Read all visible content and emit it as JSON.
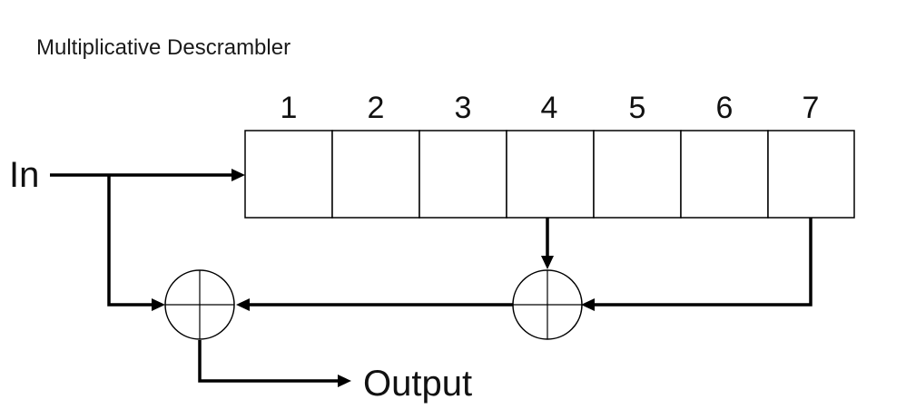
{
  "diagram": {
    "title": "Multiplicative Descrambler",
    "input_label": "In",
    "output_label": "Output",
    "register": {
      "cells": [
        "1",
        "2",
        "3",
        "4",
        "5",
        "6",
        "7"
      ]
    },
    "xor_gates": [
      {
        "id": "xor-tap",
        "inputs": [
          "cell-4",
          "cell-7"
        ]
      },
      {
        "id": "xor-output",
        "inputs": [
          "In",
          "xor-tap"
        ]
      }
    ]
  }
}
